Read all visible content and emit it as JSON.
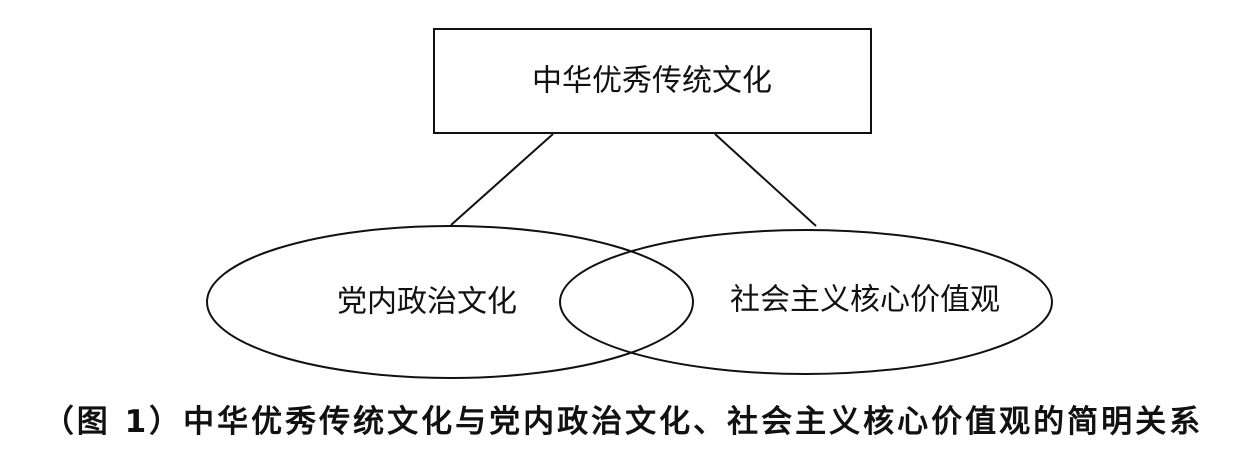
{
  "diagram": {
    "top_box": {
      "label": "中华优秀传统文化"
    },
    "left_ellipse": {
      "label": "党内政治文化"
    },
    "right_ellipse": {
      "label": "社会主义核心价值观"
    }
  },
  "caption": "（图 1）中华优秀传统文化与党内政治文化、社会主义核心价值观的简明关系",
  "colors": {
    "stroke": "#111111",
    "background": "#ffffff"
  }
}
